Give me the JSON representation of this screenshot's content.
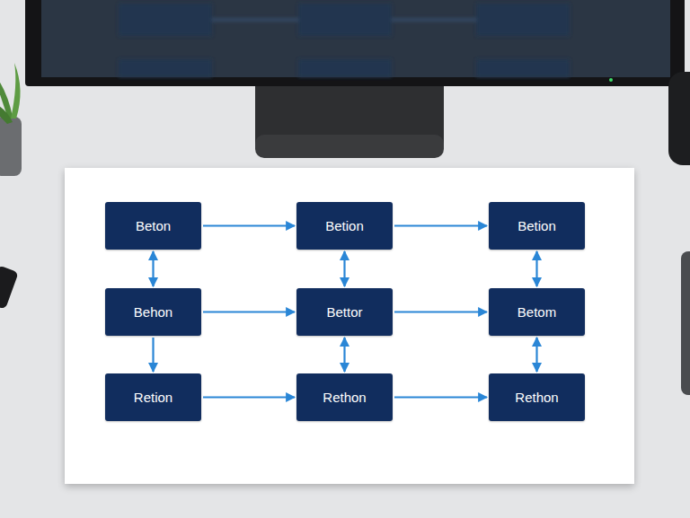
{
  "diagram": {
    "nodes": [
      {
        "text": [
          "Beton"
        ]
      },
      {
        "text": [
          "Betion"
        ]
      },
      {
        "text": [
          "Betion"
        ]
      },
      {
        "text": [
          "Behon"
        ]
      },
      {
        "text": [
          "Bettor"
        ]
      },
      {
        "text": [
          "Betom"
        ]
      },
      {
        "text": [
          "Retion"
        ]
      },
      {
        "text": [
          "Rethon"
        ]
      },
      {
        "text": [
          "Rethon"
        ]
      }
    ],
    "edges": [
      {
        "from": 0,
        "to": 1,
        "arrow": "to"
      },
      {
        "from": 1,
        "to": 2,
        "arrow": "to"
      },
      {
        "from": 0,
        "to": 3,
        "arrow": "both"
      },
      {
        "from": 1,
        "to": 4,
        "arrow": "both"
      },
      {
        "from": 2,
        "to": 5,
        "arrow": "both"
      },
      {
        "from": 3,
        "to": 4,
        "arrow": "to"
      },
      {
        "from": 4,
        "to": 5,
        "arrow": "to"
      },
      {
        "from": 3,
        "to": 6,
        "arrow": "to"
      },
      {
        "from": 4,
        "to": 7,
        "arrow": "both"
      },
      {
        "from": 5,
        "to": 8,
        "arrow": "both"
      },
      {
        "from": 6,
        "to": 7,
        "arrow": "to"
      },
      {
        "from": 7,
        "to": 8,
        "arrow": "to"
      }
    ]
  }
}
